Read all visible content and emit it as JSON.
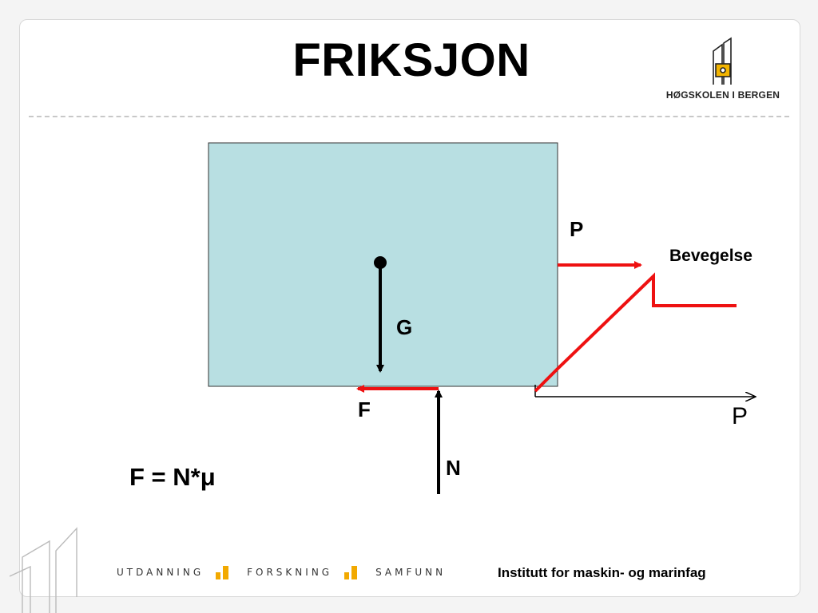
{
  "title": "FRIKSJON",
  "logo": {
    "icon": "hib-building-icon",
    "text": "HØGSKOLEN I BERGEN"
  },
  "diagram": {
    "labels": {
      "push_force": "P",
      "motion": "Bevegelse",
      "gravity": "G",
      "friction": "F",
      "normal": "N",
      "x_axis": "P"
    },
    "formula": "F = N*μ",
    "colors": {
      "block": "#b8dfe2",
      "force_red": "#ee1111",
      "arrow_black": "#000000"
    }
  },
  "footer": {
    "words": [
      "UTDANNING",
      "FORSKNING",
      "SAMFUNN"
    ],
    "bar_icon_color": "#f2a900",
    "institute": "Institutt for maskin- og marinfag"
  }
}
